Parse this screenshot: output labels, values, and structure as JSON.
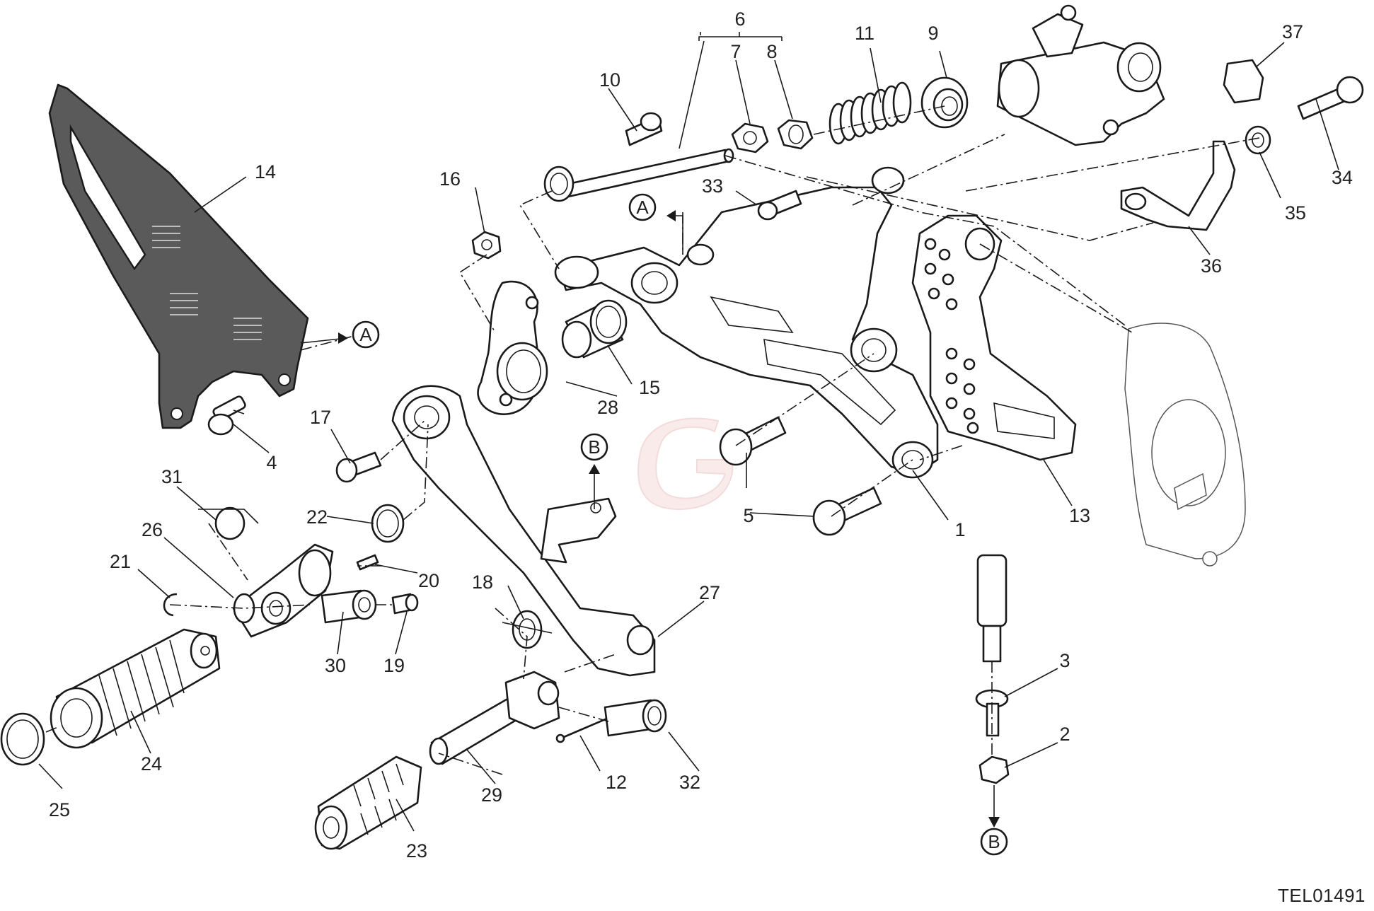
{
  "callouts": [
    "1",
    "2",
    "3",
    "4",
    "5",
    "6",
    "7",
    "8",
    "9",
    "10",
    "11",
    "12",
    "13",
    "14",
    "15",
    "16",
    "17",
    "18",
    "19",
    "20",
    "21",
    "22",
    "23",
    "24",
    "25",
    "26",
    "27",
    "28",
    "29",
    "30",
    "31",
    "32",
    "33",
    "34",
    "35",
    "36",
    "37"
  ],
  "references": {
    "a": "A",
    "b": "B"
  },
  "drawing_code": "TEL01491",
  "watermark_glyph": "G",
  "colors": {
    "line": "#1a1a1a",
    "heel_guard_fill": "#5a5a5a",
    "watermark": "#e8a0a0"
  }
}
